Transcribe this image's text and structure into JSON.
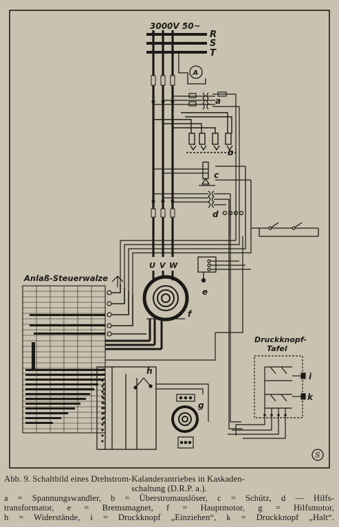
{
  "diagram": {
    "voltage_label": "3000V 50~",
    "phase_labels": [
      "R",
      "S",
      "T"
    ],
    "ammeter_label": "A",
    "component_labels": {
      "a": "a",
      "b": "b",
      "c": "c",
      "d": "d",
      "e": "e",
      "f": "f",
      "g": "g",
      "h": "h",
      "i": "i",
      "k": "k"
    },
    "motor_terminals": [
      "U",
      "V",
      "W"
    ],
    "controller_label": "Anlaß-Steuerwalze",
    "pushbutton_panel_label": [
      "Druckknopf-",
      "Tafel"
    ],
    "publisher_mark": "S"
  },
  "caption": {
    "title_line1": "Abb. 9.  Schaltbild eines Drehstrom-Kalanderantriebes in Kaskaden-",
    "title_line2": "schaltung (D.R.P. a.).",
    "legend_line1": "a = Spannungswandler, b = Überstromauslöser, c = Schütz, d — Hilfs-",
    "legend_line2": "transformator, e = Bremsmagnet, f = Hauptmotor, g = Hilfsmotor,",
    "legend_line3": "h = Widerstände, i = Druckknopf „Einziehen“, k = Druckknopf „Halt“."
  }
}
